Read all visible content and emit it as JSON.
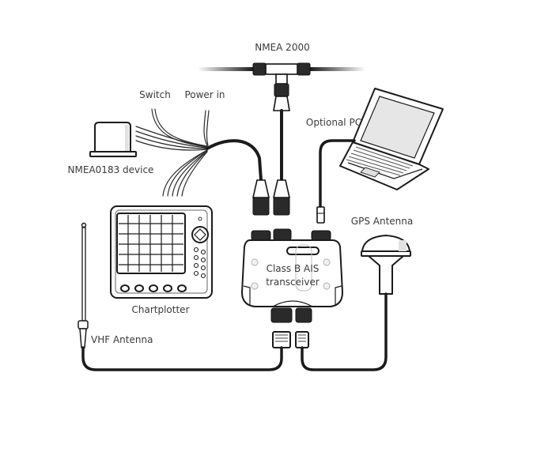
{
  "diagram": {
    "title": "Class B AIS transceiver connection diagram",
    "labels": {
      "nmea2000": "NMEA 2000",
      "switch": "Switch",
      "power_in": "Power in",
      "optional_pc": "Optional PC",
      "nmea0183_device": "NMEA0183 device",
      "gps_antenna": "GPS Antenna",
      "chartplotter": "Chartplotter",
      "transceiver_line1": "Class B AIS",
      "transceiver_line2": "transceiver",
      "vhf_antenna": "VHF Antenna"
    },
    "components": [
      {
        "id": "nmea2000-backbone",
        "name": "NMEA 2000 backbone with T-piece"
      },
      {
        "id": "nmea0183-device",
        "name": "NMEA0183 device"
      },
      {
        "id": "chartplotter",
        "name": "Chartplotter"
      },
      {
        "id": "optional-pc",
        "name": "Optional PC (laptop)"
      },
      {
        "id": "ais-transceiver",
        "name": "Class B AIS transceiver"
      },
      {
        "id": "gps-antenna",
        "name": "GPS Antenna"
      },
      {
        "id": "vhf-antenna",
        "name": "VHF Antenna"
      }
    ],
    "connections": [
      {
        "from": "NMEA 2000",
        "to": "Class B AIS transceiver"
      },
      {
        "from": "Switch / Power in / NMEA0183 device wires",
        "to": "Class B AIS transceiver"
      },
      {
        "from": "Optional PC",
        "to": "Class B AIS transceiver"
      },
      {
        "from": "GPS Antenna",
        "to": "Class B AIS transceiver"
      },
      {
        "from": "VHF Antenna",
        "to": "Class B AIS transceiver"
      }
    ]
  }
}
